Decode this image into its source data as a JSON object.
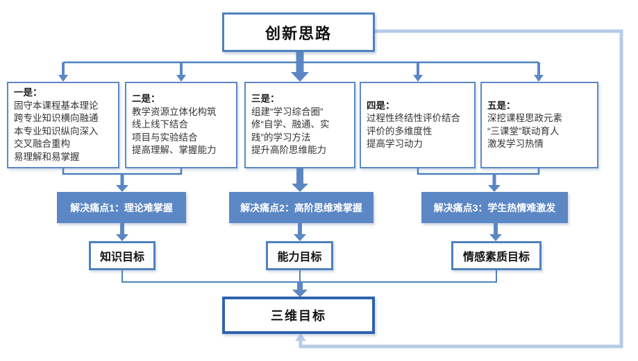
{
  "title": {
    "label": "创新思路"
  },
  "strategy_boxes": [
    {
      "heading": "一是：",
      "lines": [
        "固守本课程基本理论",
        "跨专业知识横向融通",
        "本专业知识纵向深入",
        "交叉融合重构",
        "易理解和易掌握"
      ]
    },
    {
      "heading": "二是：",
      "lines": [
        "教学资源立体化构筑",
        "线上线下结合",
        "项目与实验结合",
        "提高理解、掌握能力"
      ]
    },
    {
      "heading": "三是：",
      "lines": [
        "组建“学习综合圈”",
        "修“自学、融通、实",
        "践”的学习方法",
        "提升高阶思维能力"
      ]
    },
    {
      "heading": "四是：",
      "lines": [
        "过程性终结性评价结合",
        "评价的多维度性",
        "提高学习动力"
      ]
    },
    {
      "heading": "五是：",
      "lines": [
        "深挖课程思政元素",
        "“三课堂”联动育人",
        "激发学习热情"
      ]
    }
  ],
  "pain_points": [
    {
      "label": "解决痛点1：理论难掌握"
    },
    {
      "label": "解决痛点2：高阶思维难掌握"
    },
    {
      "label": "解决痛点3：学生热情难激发"
    }
  ],
  "goals": [
    {
      "label": "知识目标"
    },
    {
      "label": "能力目标"
    },
    {
      "label": "情感素质目标"
    }
  ],
  "final_goal": {
    "label": "三维目标"
  },
  "colors": {
    "box_border": "#4f81bd",
    "solid_fill": "#5b87c5",
    "final_border": "#2e63ad",
    "feedback_loop": "#b7cbe6",
    "text": "#333333"
  }
}
